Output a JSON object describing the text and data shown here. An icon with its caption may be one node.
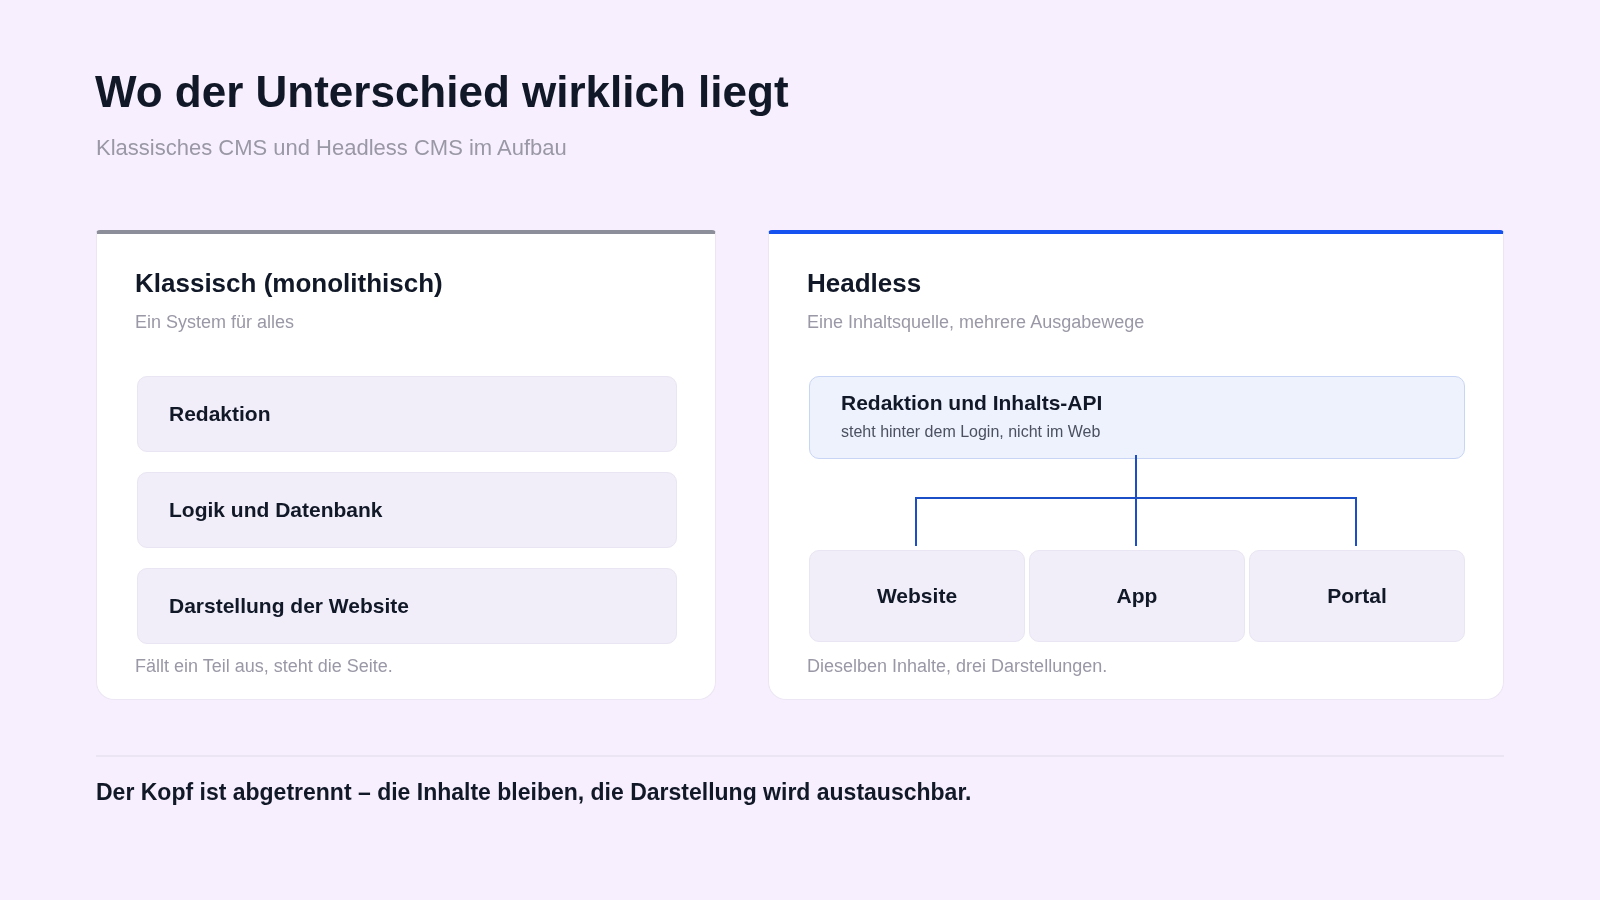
{
  "diagram": {
    "title": "Wo der Unterschied wirklich liegt",
    "caption": "Der Kopf ist abgetrennt – die Inhalte bleiben, die Darstellung wird austauschbar.",
    "nodes": [
      {
        "text": [
          "Klassisch (monolithisch)",
          "Ein System für alles",
          "Fällt ein Teil aus, steht die Seite."
        ]
      },
      {
        "text": [
          "Redaktion"
        ],
        "in": 0
      },
      {
        "text": [
          "Logik und Datenbank"
        ],
        "in": 0
      },
      {
        "text": [
          "Darstellung der Website"
        ],
        "in": 0
      },
      {
        "text": [
          "Headless",
          "Eine Inhaltsquelle, mehrere Ausgabewege",
          "Dieselben Inhalte, drei Darstellungen."
        ]
      },
      {
        "text": [
          "Redaktion und Inhalts-API",
          "steht hinter dem Login, nicht im Web"
        ],
        "in": 4
      },
      {
        "text": [
          "Website"
        ],
        "in": 4
      },
      {
        "text": [
          "App"
        ],
        "in": 4
      },
      {
        "text": [
          "Portal"
        ],
        "in": 4
      }
    ],
    "edges": [
      {
        "from": 5,
        "to": 6,
        "arrow": "none"
      },
      {
        "from": 5,
        "to": 7,
        "arrow": "none"
      },
      {
        "from": 5,
        "to": 8,
        "arrow": "none"
      }
    ],
    "labels": [
      "Klassisches CMS und Headless CMS im Aufbau"
    ]
  }
}
